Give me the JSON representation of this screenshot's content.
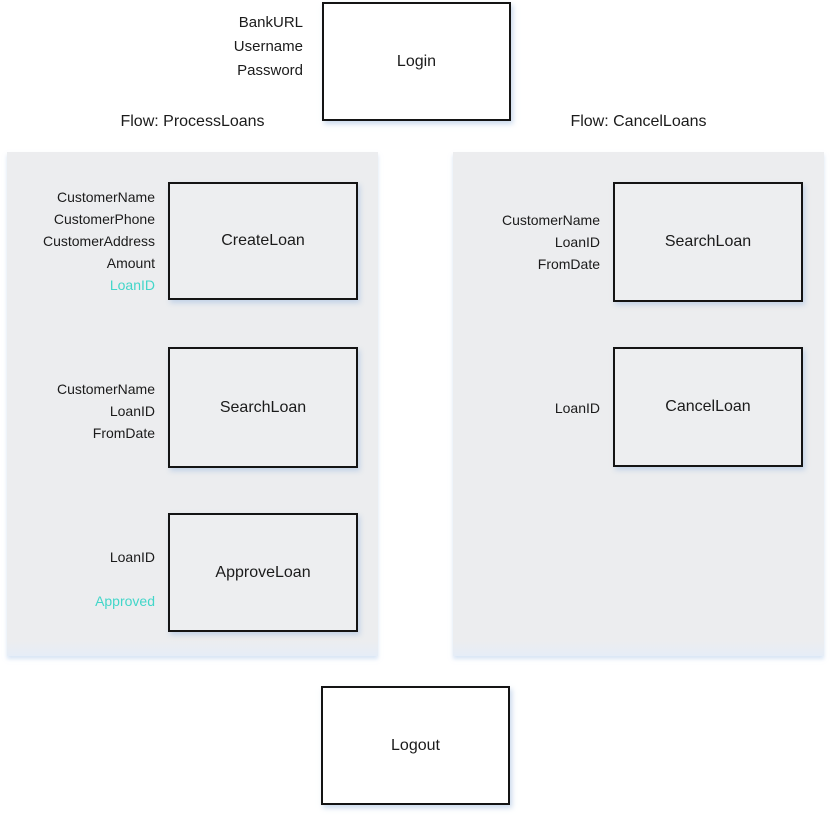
{
  "login": {
    "label": "Login",
    "params": [
      "BankURL",
      "Username",
      "Password"
    ]
  },
  "logout": {
    "label": "Logout"
  },
  "flows": [
    {
      "title": "Flow: ProcessLoans",
      "steps": [
        {
          "action": "CreateLoan",
          "inputs": [
            "CustomerName",
            "CustomerPhone",
            "CustomerAddress",
            "Amount"
          ],
          "outputs": [
            "LoanID"
          ]
        },
        {
          "action": "SearchLoan",
          "inputs": [
            "CustomerName",
            "LoanID",
            "FromDate"
          ],
          "outputs": []
        },
        {
          "action": "ApproveLoan",
          "inputs": [
            "LoanID"
          ],
          "outputs": [
            "Approved"
          ]
        }
      ]
    },
    {
      "title": "Flow: CancelLoans",
      "steps": [
        {
          "action": "SearchLoan",
          "inputs": [
            "CustomerName",
            "LoanID",
            "FromDate"
          ],
          "outputs": []
        },
        {
          "action": "CancelLoan",
          "inputs": [
            "LoanID"
          ],
          "outputs": []
        }
      ]
    }
  ],
  "colors": {
    "output_param": "#42D6C9",
    "panel_background": "#ECEDEF",
    "box_border": "#141414",
    "text": "#1b1b1b"
  }
}
